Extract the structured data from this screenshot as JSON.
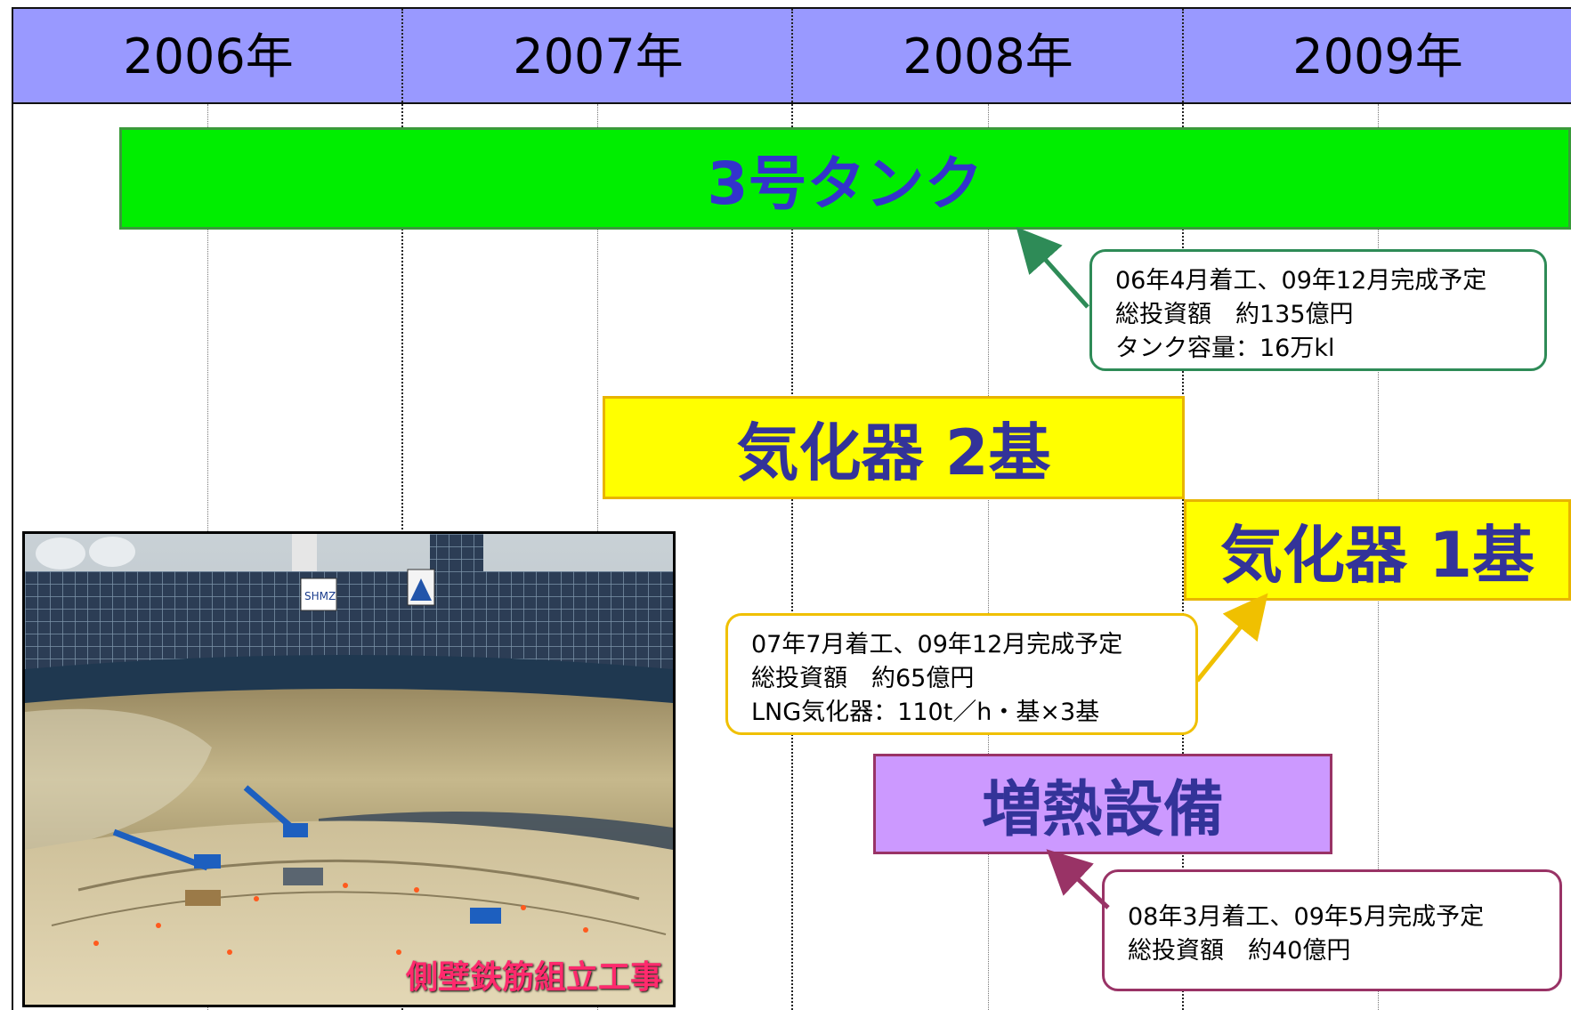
{
  "timeline": {
    "years": [
      "2006年",
      "2007年",
      "2008年",
      "2009年"
    ]
  },
  "bars": {
    "tank": {
      "label": "3号タンク",
      "color": "#00ee00"
    },
    "vaporizer_2": {
      "label": "気化器 2基",
      "color": "#ffff00"
    },
    "vaporizer_1": {
      "label": "気化器 1基",
      "color": "#ffff00"
    },
    "heat_equipment": {
      "label": "増熱設備",
      "color": "#cc99ff"
    }
  },
  "notes": {
    "tank": {
      "lines": [
        "06年4月着工、09年12月完成予定",
        "総投資額　約135億円",
        "タンク容量：16万kl"
      ],
      "color": "#2e8b57"
    },
    "vaporizer": {
      "lines": [
        "07年7月着工、09年12月完成予定",
        "総投資額　約65億円",
        "LNG気化器：110t／h・基×3基"
      ],
      "color": "#f0c000"
    },
    "heat_equipment": {
      "lines": [
        "08年3月着工、09年5月完成予定",
        "総投資額　約40億円"
      ],
      "color": "#993366"
    }
  },
  "photo": {
    "caption": "側壁鉄筋組立工事",
    "sign_text": "SHMZ"
  },
  "colors": {
    "header": "#9999ff",
    "bar_text": "#333399",
    "caption": "#ff2a6d"
  }
}
